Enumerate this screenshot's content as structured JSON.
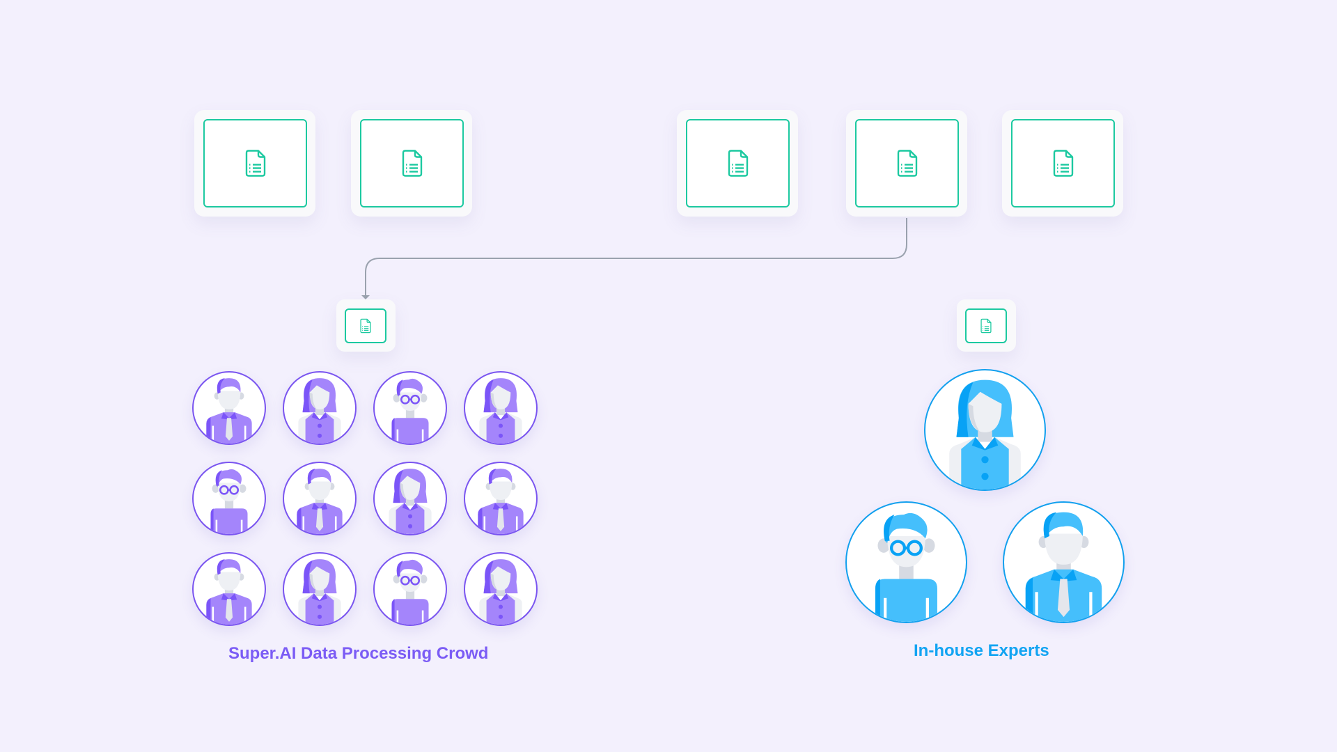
{
  "colors": {
    "background": "#f3f0fd",
    "document_accent": "#1cc9a0",
    "crowd_accent": "#7b5cf5",
    "experts_accent": "#12a4f2",
    "connector": "#9aa2ae"
  },
  "source_documents": [
    {
      "id": "doc-1",
      "icon": "document-list-icon"
    },
    {
      "id": "doc-2",
      "icon": "document-list-icon"
    },
    {
      "id": "doc-3",
      "icon": "document-list-icon"
    },
    {
      "id": "doc-4",
      "icon": "document-list-icon"
    },
    {
      "id": "doc-5",
      "icon": "document-list-icon"
    }
  ],
  "connector": {
    "from": "doc-4",
    "to": "crowd-document",
    "icon": "arrow-down-icon"
  },
  "crowd": {
    "label": "Super.AI Data Processing Crowd",
    "document_icon": "document-list-icon",
    "members": [
      [
        "man-tie",
        "woman",
        "man-glasses",
        "woman"
      ],
      [
        "man-glasses",
        "man-tie",
        "woman",
        "man-tie"
      ],
      [
        "man-tie",
        "woman",
        "man-glasses",
        "woman"
      ]
    ]
  },
  "experts": {
    "label": "In-house Experts",
    "document_icon": "document-list-icon",
    "members": [
      "woman",
      "man-glasses",
      "man-tie"
    ]
  }
}
